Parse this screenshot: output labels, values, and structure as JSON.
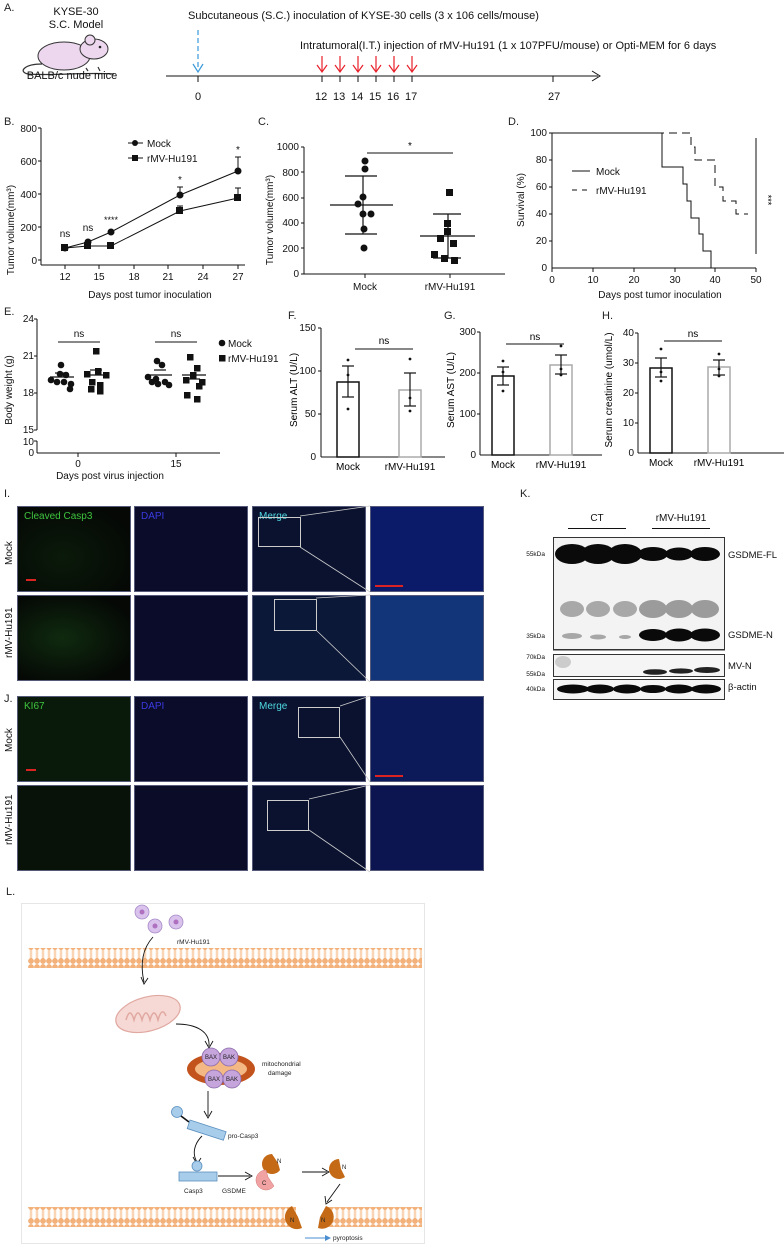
{
  "panelA": {
    "letter": "A.",
    "model_title_line1": "KYSE-30",
    "model_title_line2": "S.C. Model",
    "mouse_label": "BALB/c nude mice",
    "sc_text": "Subcutaneous (S.C.) inoculation of KYSE-30 cells (3 x 106 cells/mouse)",
    "it_text": "Intratumoral(I.T.) injection of rMV-Hu191 (1 x 107PFU/mouse) or Opti-MEM  for 6 days",
    "timeline_ticks": [
      "0",
      "12",
      "13",
      "14",
      "15",
      "16",
      "17",
      "27"
    ],
    "sc_arrow_color": "#3a9ad9",
    "it_arrow_color": "#e8202a"
  },
  "panelB": {
    "letter": "B."
  },
  "panelC": {
    "letter": "C."
  },
  "panelD": {
    "letter": "D."
  },
  "panelE": {
    "letter": "E."
  },
  "panelF": {
    "letter": "F."
  },
  "panelG": {
    "letter": "G."
  },
  "panelH": {
    "letter": "H."
  },
  "chart_data": [
    {
      "id": "B",
      "type": "line",
      "title": "",
      "xlabel": "Days post tumor inoculation",
      "ylabel": "Tumor volume(mm3)",
      "x": [
        12,
        14,
        16,
        22,
        27
      ],
      "xticks": [
        12,
        15,
        18,
        21,
        24,
        27
      ],
      "yticks": [
        0,
        200,
        400,
        600,
        800
      ],
      "ylim": [
        0,
        800
      ],
      "series": [
        {
          "name": "Mock",
          "marker": "circle",
          "values": [
            70,
            110,
            170,
            390,
            540
          ],
          "errors": [
            5,
            10,
            12,
            45,
            80
          ]
        },
        {
          "name": "rMV-Hu191",
          "marker": "square",
          "values": [
            70,
            80,
            85,
            225,
            300
          ],
          "errors": [
            5,
            8,
            8,
            30,
            60
          ]
        }
      ],
      "annotations": [
        "ns",
        "ns",
        "****",
        "*",
        "*"
      ],
      "legend_position": "top-center"
    },
    {
      "id": "C",
      "type": "scatter",
      "xlabel": "",
      "ylabel": "Tumor volume(mm3)",
      "categories": [
        "Mock",
        "rMV-Hu191"
      ],
      "yticks": [
        0,
        200,
        400,
        600,
        800,
        1000
      ],
      "ylim": [
        0,
        1000
      ],
      "series": [
        {
          "name": "Mock",
          "marker": "circle",
          "points": [
            880,
            820,
            600,
            520,
            470,
            465,
            355,
            205
          ],
          "mean": 540,
          "sd_upper": 765,
          "sd_lower": 315
        },
        {
          "name": "rMV-Hu191",
          "marker": "square",
          "points": [
            650,
            410,
            345,
            290,
            250,
            170,
            140,
            120
          ],
          "mean": 300,
          "sd_upper": 470,
          "sd_lower": 125
        }
      ],
      "annotations": [
        "*"
      ]
    },
    {
      "id": "D",
      "type": "line",
      "subtype": "kaplan-meier",
      "xlabel": "Days post tumor inoculation",
      "ylabel": "Survival (%)",
      "xticks": [
        0,
        10,
        20,
        30,
        40,
        50
      ],
      "yticks": [
        0,
        20,
        40,
        60,
        80,
        100
      ],
      "xlim": [
        0,
        50
      ],
      "ylim": [
        0,
        100
      ],
      "series": [
        {
          "name": "Mock",
          "style": "solid",
          "steps": [
            [
              0,
              100
            ],
            [
              27,
              100
            ],
            [
              27,
              75
            ],
            [
              32,
              75
            ],
            [
              32,
              62.5
            ],
            [
              33,
              62.5
            ],
            [
              33,
              50
            ],
            [
              34,
              50
            ],
            [
              34,
              37.5
            ],
            [
              36,
              37.5
            ],
            [
              36,
              25
            ],
            [
              37,
              25
            ],
            [
              37,
              12.5
            ],
            [
              39,
              12.5
            ],
            [
              39,
              0
            ]
          ]
        },
        {
          "name": "rMV-Hu191",
          "style": "dashed",
          "steps": [
            [
              0,
              100
            ],
            [
              34,
              100
            ],
            [
              34,
              90
            ],
            [
              35,
              90
            ],
            [
              35,
              80
            ],
            [
              40,
              80
            ],
            [
              40,
              60
            ],
            [
              42,
              60
            ],
            [
              42,
              50
            ],
            [
              45,
              50
            ],
            [
              45,
              40
            ],
            [
              48,
              40
            ]
          ]
        }
      ],
      "annotations": [
        "***"
      ],
      "legend_position": "left-center"
    },
    {
      "id": "E",
      "type": "scatter",
      "xlabel": "Days post virus injection",
      "ylabel": "Body weight (g)",
      "categories": [
        "0",
        "15"
      ],
      "yticks": [
        0,
        10,
        15,
        18,
        21,
        24
      ],
      "axis_break": [
        10,
        15
      ],
      "series": [
        {
          "name": "Mock",
          "marker": "circle",
          "groups": [
            [
              20.6,
              19.7,
              19.5,
              19.2,
              19.1,
              19.0,
              18.9,
              18.5
            ],
            [
              21.1,
              20.9,
              19.4,
              19.1,
              19.0,
              18.9,
              18.8,
              18.7
            ]
          ],
          "means": [
            19.3,
            19.4
          ]
        },
        {
          "name": "rMV-Hu191",
          "marker": "square",
          "groups": [
            [
              21.3,
              19.8,
              19.7,
              19.5,
              19.3,
              18.9,
              18.7,
              18.4
            ],
            [
              21.0,
              20.4,
              19.8,
              19.6,
              19.3,
              19.0,
              18.2,
              17.9
            ]
          ],
          "means": [
            19.5,
            19.4
          ]
        }
      ],
      "annotations": [
        "ns",
        "ns"
      ],
      "legend_position": "right"
    },
    {
      "id": "F",
      "type": "bar",
      "ylabel": "Serum ALT (U/L)",
      "categories": [
        "Mock",
        "rMV-Hu191"
      ],
      "values": [
        87,
        78
      ],
      "errors": [
        18,
        19
      ],
      "points": [
        [
          113,
          95,
          56
        ],
        [
          114,
          68,
          53
        ]
      ],
      "yticks": [
        0,
        50,
        100,
        150
      ],
      "ylim": [
        0,
        150
      ],
      "annotations": [
        "ns"
      ]
    },
    {
      "id": "G",
      "type": "bar",
      "ylabel": "Serum AST (U/L)",
      "categories": [
        "Mock",
        "rMV-Hu191"
      ],
      "values": [
        193,
        220
      ],
      "errors": [
        22,
        23
      ],
      "points": [
        [
          228,
          200,
          155
        ],
        [
          265,
          210,
          195
        ]
      ],
      "yticks": [
        0,
        100,
        200,
        300
      ],
      "ylim": [
        0,
        300
      ],
      "annotations": [
        "ns"
      ]
    },
    {
      "id": "H",
      "type": "bar",
      "ylabel": "Serum creatinine (umol/L)",
      "categories": [
        "Mock",
        "rMV-Hu191"
      ],
      "values": [
        28.3,
        28.6
      ],
      "errors": [
        3.1,
        2.4
      ],
      "points": [
        [
          34.5,
          27,
          24
        ],
        [
          33,
          28,
          25.5
        ]
      ],
      "yticks": [
        0,
        10,
        20,
        30,
        40
      ],
      "ylim": [
        0,
        40
      ],
      "annotations": [
        "ns"
      ]
    }
  ],
  "panelI": {
    "letter": "I.",
    "channels": [
      "Cleaved Casp3",
      "DAPI",
      "Merge"
    ],
    "rows": [
      "Mock",
      "rMV-Hu191"
    ]
  },
  "panelJ": {
    "letter": "J.",
    "channels": [
      "KI67",
      "DAPI",
      "Merge"
    ],
    "rows": [
      "Mock",
      "rMV-Hu191"
    ]
  },
  "panelK": {
    "letter": "K.",
    "groups": [
      "CT",
      "rMV-Hu191"
    ],
    "markers": [
      "55kDa",
      "35kDa",
      "70kDa",
      "55kDa",
      "40kDa"
    ],
    "bands": [
      "GSDME-FL",
      "GSDME-N",
      "MV-N",
      "β-actin"
    ]
  },
  "panelL": {
    "letter": "L.",
    "virus_label": "rMV-Hu191",
    "bax": "BAX",
    "bak": "BAK",
    "damage_label_1": "mitochondrial",
    "damage_label_2": "damage",
    "pro_casp3": "pro-Casp3",
    "casp3": "Casp3",
    "gsdme": "GSDME",
    "n_label": "N",
    "c_label": "C",
    "pyroptosis": "pyroptosis"
  }
}
